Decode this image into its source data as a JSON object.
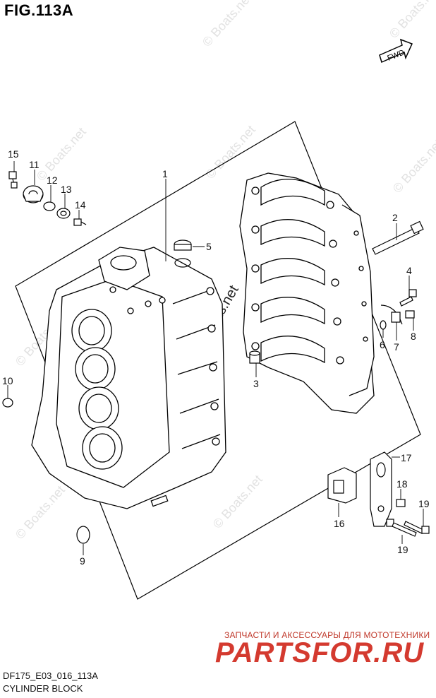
{
  "title": "FIG.113A",
  "fwd_label": "FWD",
  "callouts": {
    "c1": "1",
    "c2": "2",
    "c3": "3",
    "c4": "4",
    "c5": "5",
    "c6": "6",
    "c7": "7",
    "c8": "8",
    "c9": "9",
    "c10": "10",
    "c11": "11",
    "c12": "12",
    "c13": "13",
    "c14": "14",
    "c15": "15",
    "c16": "16",
    "c17": "17",
    "c18": "18",
    "c19a": "19",
    "c19b": "19"
  },
  "footer": {
    "code": "DF175_E03_016_113A",
    "name": "CYLINDER BLOCK"
  },
  "watermarks": {
    "boats": "© Boats.net",
    "ru_tagline": "ЗАПЧАСТИ И АКСЕССУАРЫ ДЛЯ МОТОТЕХНИКИ",
    "ru_logo": "PARTSFOR.RU"
  }
}
